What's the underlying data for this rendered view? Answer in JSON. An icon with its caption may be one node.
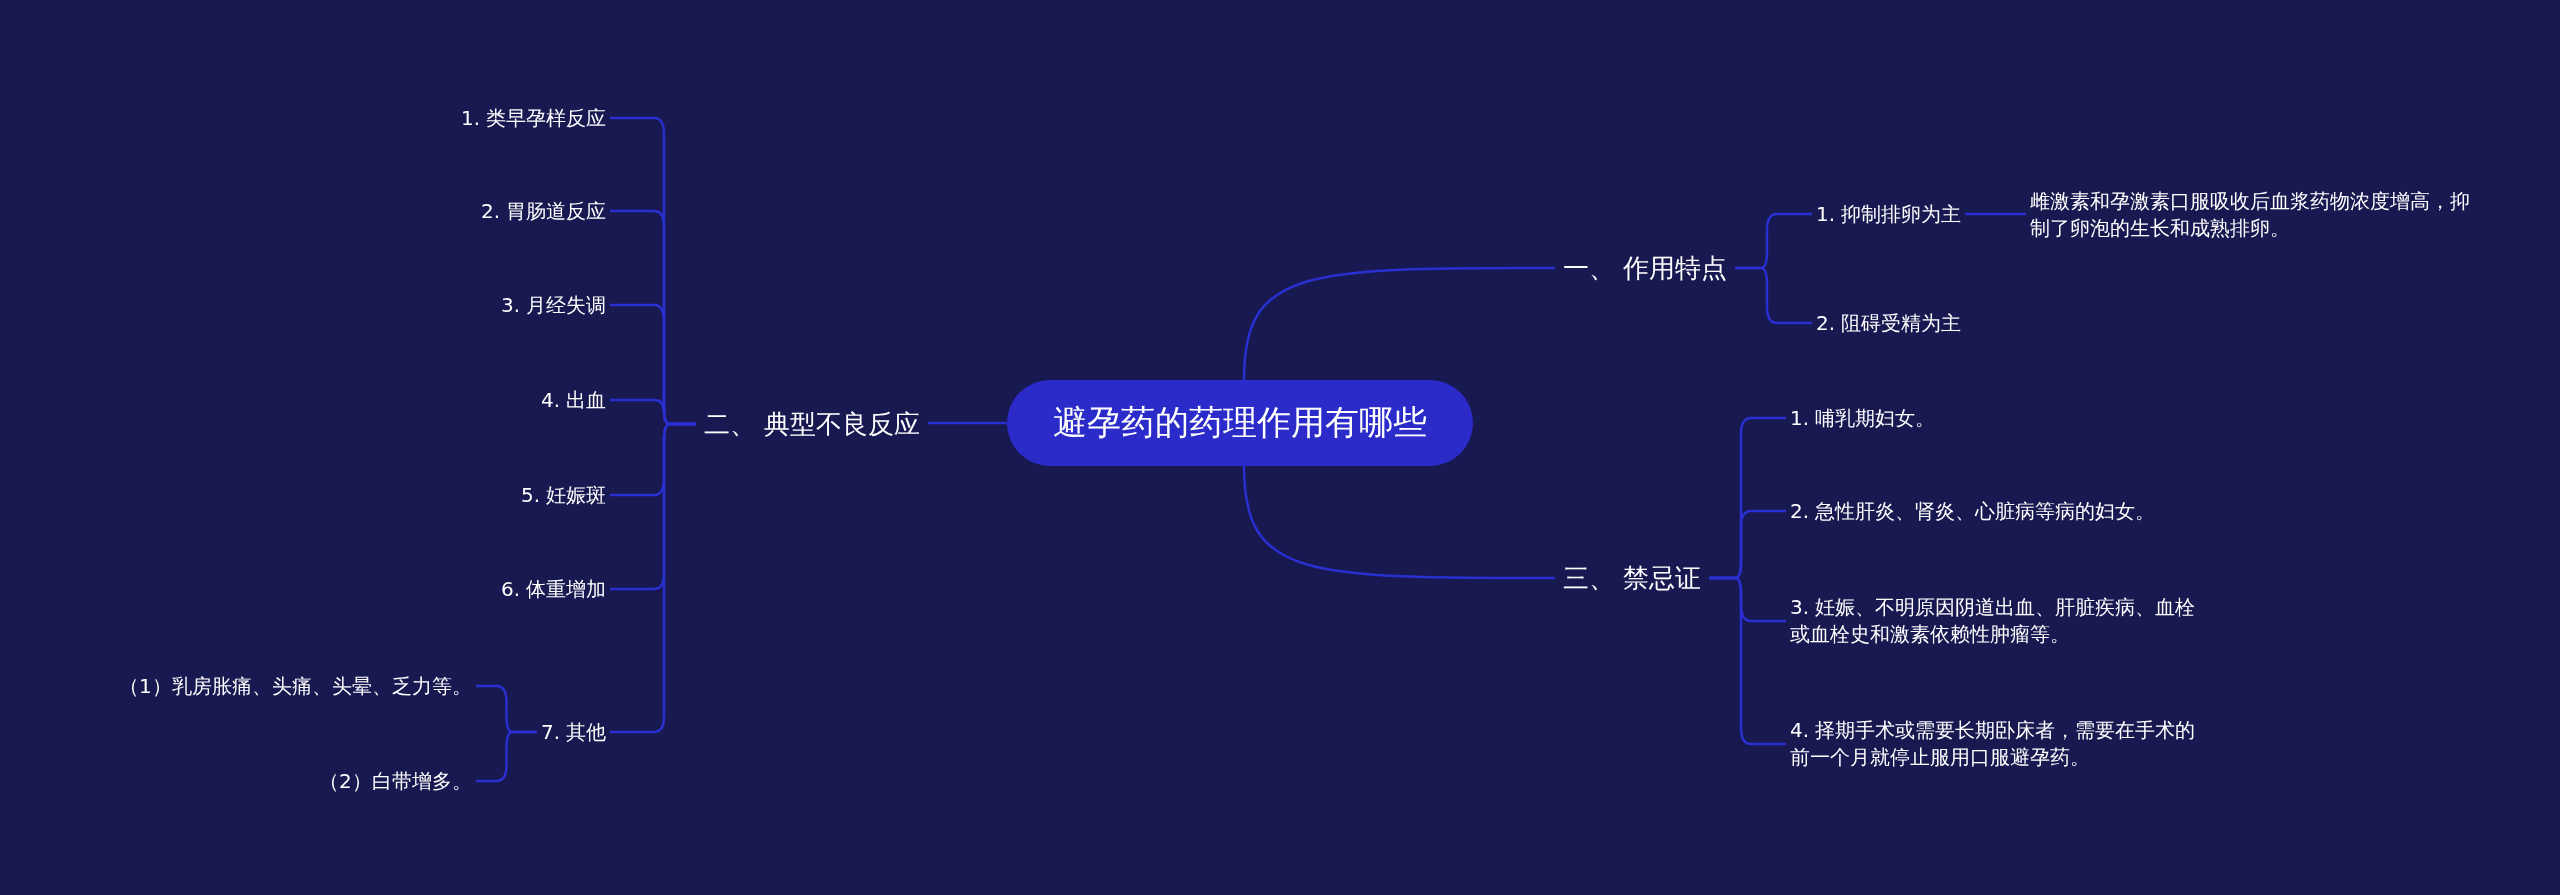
{
  "diagram": {
    "nodes": [
      {
        "text": [
          "避孕药的药理作用有哪些"
        ]
      },
      {
        "text": [
          "一、 作用特点"
        ]
      },
      {
        "text": [
          "1. 抑制排卵为主"
        ]
      },
      {
        "text": [
          "雌激素和孕激素口服吸收后血浆药物浓度增高，抑制了卵泡的生长和成熟排卵。"
        ]
      },
      {
        "text": [
          "2. 阻碍受精为主"
        ]
      },
      {
        "text": [
          "二、 典型不良反应"
        ]
      },
      {
        "text": [
          "1. 类早孕样反应"
        ]
      },
      {
        "text": [
          "2. 胃肠道反应"
        ]
      },
      {
        "text": [
          "3. 月经失调"
        ]
      },
      {
        "text": [
          "4. 出血"
        ]
      },
      {
        "text": [
          "5. 妊娠斑"
        ]
      },
      {
        "text": [
          "6. 体重增加"
        ]
      },
      {
        "text": [
          "7. 其他"
        ]
      },
      {
        "text": [
          "（1）乳房胀痛、头痛、头晕、乏力等。"
        ]
      },
      {
        "text": [
          "（2）白带增多。"
        ]
      },
      {
        "text": [
          "三、 禁忌证"
        ]
      },
      {
        "text": [
          "1. 哺乳期妇女。"
        ]
      },
      {
        "text": [
          "2. 急性肝炎、肾炎、心脏病等病的妇女。"
        ]
      },
      {
        "text": [
          "3. 妊娠、不明原因阴道出血、肝脏疾病、血栓或血栓史和激素依赖性肿瘤等。"
        ]
      },
      {
        "text": [
          "4. 择期手术或需要长期卧床者，需要在手术的前一个月就停止服用口服避孕药。"
        ]
      }
    ],
    "edges": [
      {
        "from": 0,
        "to": 1,
        "arrow": "none"
      },
      {
        "from": 1,
        "to": 2,
        "arrow": "none"
      },
      {
        "from": 2,
        "to": 3,
        "arrow": "none"
      },
      {
        "from": 1,
        "to": 4,
        "arrow": "none"
      },
      {
        "from": 0,
        "to": 5,
        "arrow": "none"
      },
      {
        "from": 5,
        "to": 6,
        "arrow": "none"
      },
      {
        "from": 5,
        "to": 7,
        "arrow": "none"
      },
      {
        "from": 5,
        "to": 8,
        "arrow": "none"
      },
      {
        "from": 5,
        "to": 9,
        "arrow": "none"
      },
      {
        "from": 5,
        "to": 10,
        "arrow": "none"
      },
      {
        "from": 5,
        "to": 11,
        "arrow": "none"
      },
      {
        "from": 5,
        "to": 12,
        "arrow": "none"
      },
      {
        "from": 12,
        "to": 13,
        "arrow": "none"
      },
      {
        "from": 12,
        "to": 14,
        "arrow": "none"
      },
      {
        "from": 0,
        "to": 15,
        "arrow": "none"
      },
      {
        "from": 15,
        "to": 16,
        "arrow": "none"
      },
      {
        "from": 15,
        "to": 17,
        "arrow": "none"
      },
      {
        "from": 15,
        "to": 18,
        "arrow": "none"
      },
      {
        "from": 15,
        "to": 19,
        "arrow": "none"
      }
    ]
  }
}
